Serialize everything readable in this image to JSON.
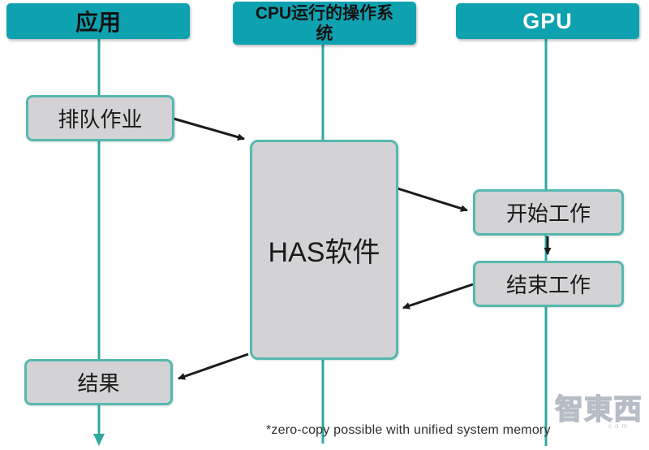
{
  "headers": {
    "app": "应用",
    "cpu_os": "CPU运行的操作系统",
    "gpu": "GPU"
  },
  "nodes": {
    "queue_job": "排队作业",
    "has_software": "HAS软件",
    "start_work": "开始工作",
    "end_work": "结束工作",
    "result": "结果"
  },
  "edges": [
    {
      "from": "queue_job",
      "to": "has_software"
    },
    {
      "from": "has_software",
      "to": "start_work"
    },
    {
      "from": "start_work",
      "to": "end_work"
    },
    {
      "from": "end_work",
      "to": "has_software"
    },
    {
      "from": "has_software",
      "to": "result"
    }
  ],
  "footnote": "*zero-copy possible with unified system memory",
  "watermark": {
    "brand": "智東西",
    "dot_com": "com"
  },
  "colors": {
    "header_teal": "#0ea2b1",
    "column_line_teal": "#2fa8a0",
    "node_border_teal": "#56b8b0",
    "node_fill_gray": "#d3d3d5",
    "arrow_black": "#1b1b1b"
  }
}
